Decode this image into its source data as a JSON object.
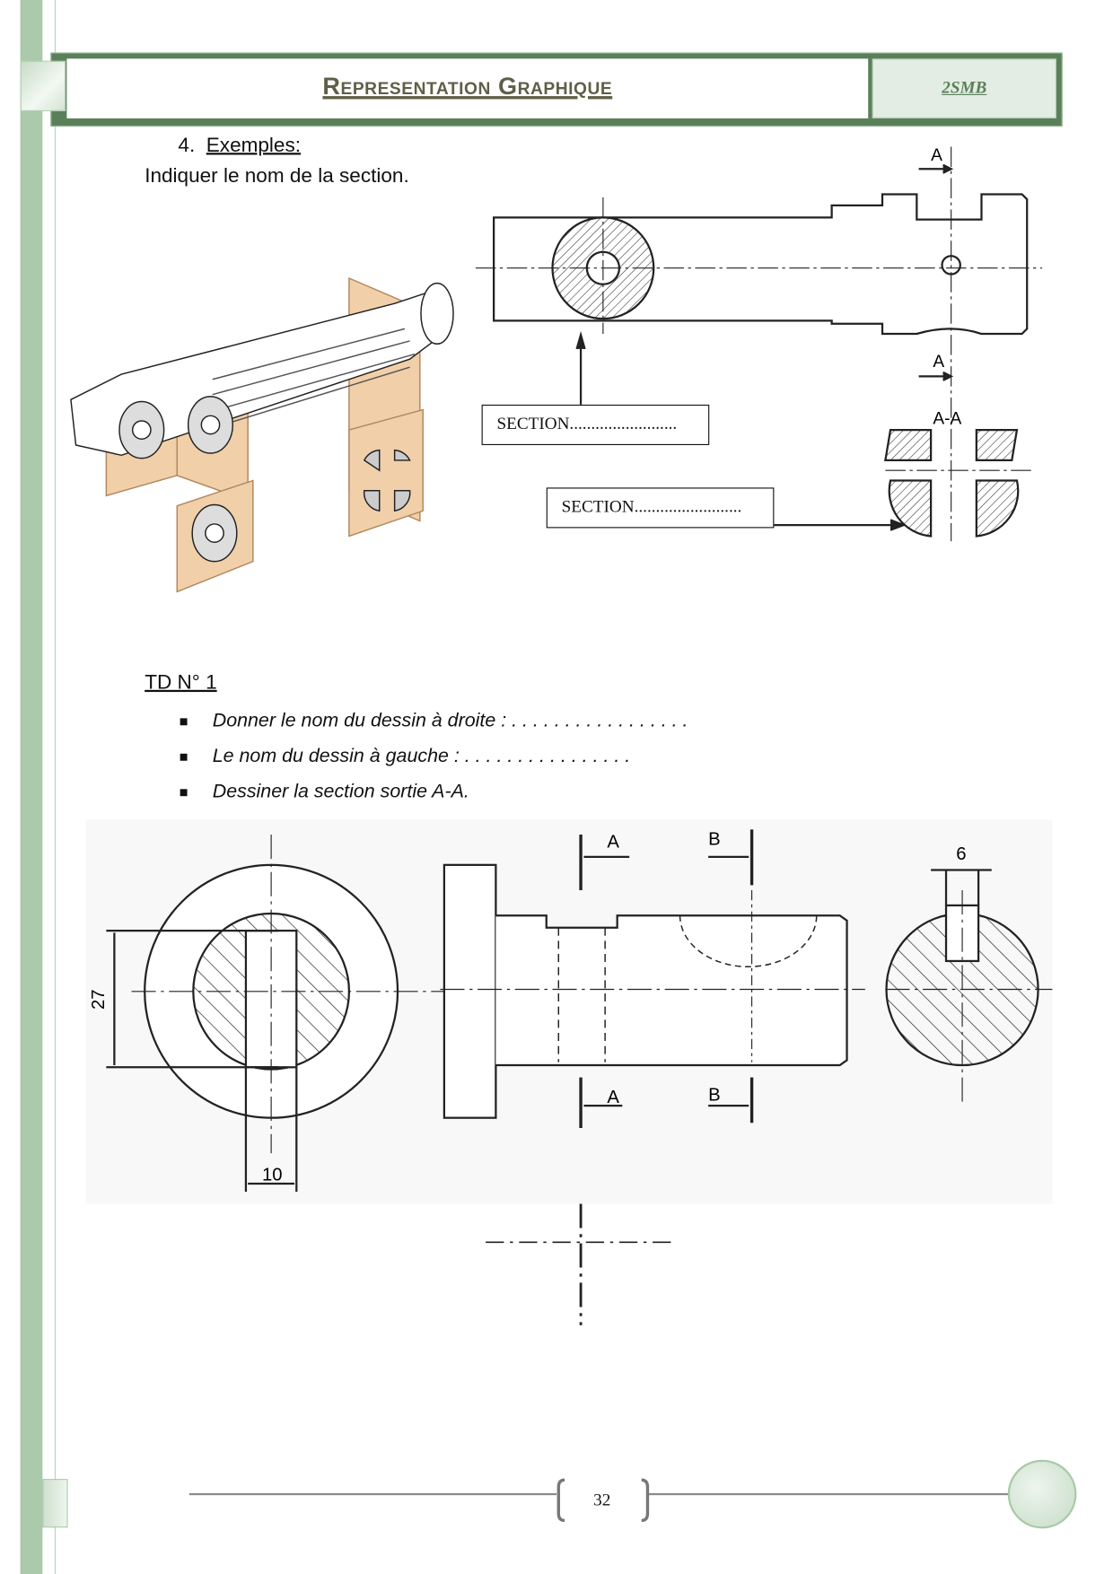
{
  "header": {
    "title": "Representation Graphique",
    "class_label": "2SMB"
  },
  "section4": {
    "number": "4.",
    "heading": "Exemples:",
    "instruction": "Indiquer le nom de la section."
  },
  "example_drawing": {
    "cut_label_top": "A",
    "cut_label_bottom": "A",
    "section_title": "A-A",
    "section_box_1": "SECTION.........................",
    "section_box_2": "SECTION........................."
  },
  "td": {
    "heading": "TD N° 1",
    "items": [
      "Donner le nom du dessin à droite : . . . . . . . . . . . . . . . . .",
      "Le nom du dessin à gauche : . . . . . . . . . . . . . . . .",
      "Dessiner la section sortie A-A."
    ]
  },
  "td_drawing": {
    "dim_height": "27",
    "dim_width": "10",
    "dim_key": "6",
    "cut_a": "A",
    "cut_b": "B"
  },
  "footer": {
    "page_number": "32"
  }
}
